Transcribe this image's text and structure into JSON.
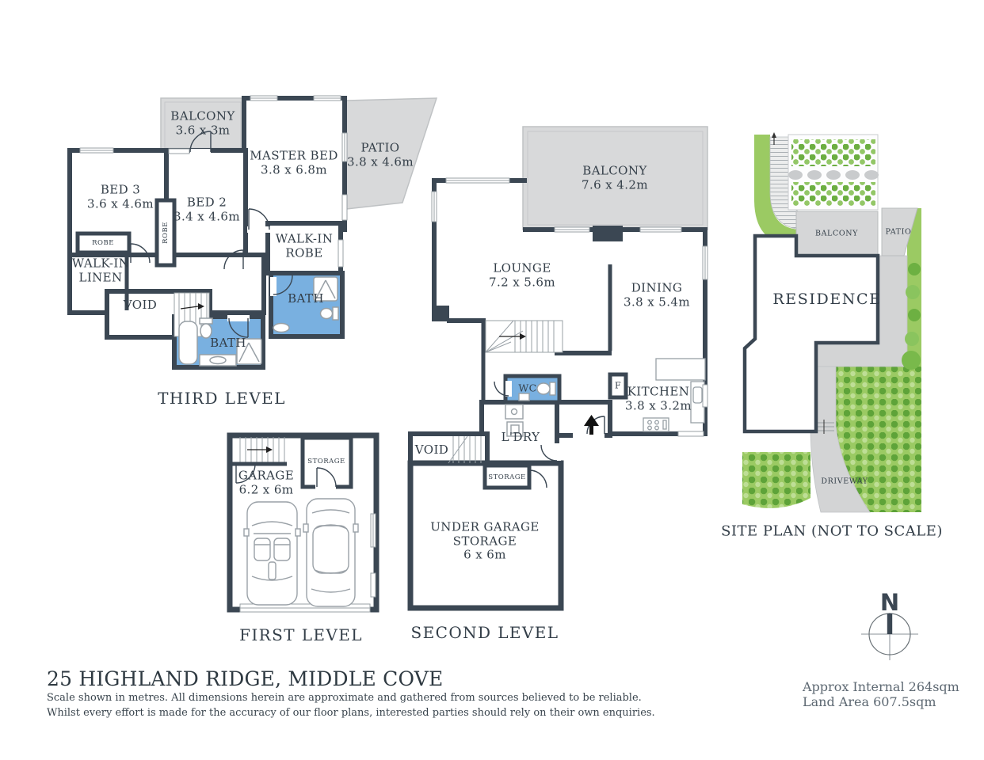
{
  "page": {
    "title": "25 HIGHLAND RIDGE, MIDDLE COVE",
    "disclaimer_line1": "Scale shown in metres. All dimensions herein are approximate and gathered from sources believed to be  reliable.",
    "disclaimer_line2": "Whilst every effort is made for the accuracy of our floor plans, interested parties should rely on their own enquiries.",
    "approx_internal": "Approx Internal 264sqm",
    "land_area": "Land Area 607.5sqm"
  },
  "compass": {
    "north": "N"
  },
  "levels": {
    "third": {
      "title": "THIRD LEVEL",
      "rooms": {
        "balcony": {
          "name": "BALCONY",
          "dim": "3.6 x 3m"
        },
        "master_bed": {
          "name": "MASTER BED",
          "dim": "3.8 x 6.8m"
        },
        "patio": {
          "name": "PATIO",
          "dim": "3.8 x 4.6m"
        },
        "bed3": {
          "name": "BED 3",
          "dim": "3.6 x 4.6m"
        },
        "bed2": {
          "name": "BED 2",
          "dim": "3.4 x 4.6m"
        },
        "walk_in_robe": {
          "name": "WALK-IN ROBE"
        },
        "walk_in_linen": {
          "name": "WALK-IN LINEN"
        },
        "void": {
          "name": "VOID"
        },
        "bath_upper": {
          "name": "BATH"
        },
        "bath_lower": {
          "name": "BATH"
        },
        "robe_bed3": {
          "name": "ROBE"
        },
        "robe_bed2": {
          "name": "ROBE"
        }
      }
    },
    "second": {
      "title": "SECOND LEVEL",
      "rooms": {
        "balcony": {
          "name": "BALCONY",
          "dim": "7.6 x 4.2m"
        },
        "lounge": {
          "name": "LOUNGE",
          "dim": "7.2 x 5.6m"
        },
        "dining": {
          "name": "DINING",
          "dim": "3.8 x 5.4m"
        },
        "kitchen": {
          "name": "KITCHEN",
          "dim": "3.8 x 3.2m"
        },
        "fridge": {
          "name": "F"
        },
        "wc": {
          "name": "WC"
        },
        "laundry": {
          "name": "L'DRY"
        },
        "void": {
          "name": "VOID"
        },
        "storage": {
          "name": "STORAGE"
        },
        "under_garage_storage": {
          "name": "UNDER GARAGE STORAGE",
          "dim": "6 x 6m"
        }
      }
    },
    "first": {
      "title": "FIRST LEVEL",
      "rooms": {
        "garage": {
          "name": "GARAGE",
          "dim": "6.2 x 6m"
        },
        "storage": {
          "name": "STORAGE"
        }
      }
    }
  },
  "site_plan": {
    "title": "SITE PLAN (NOT TO SCALE)",
    "labels": {
      "balcony": "BALCONY",
      "patio": "PATIO",
      "residence": "RESIDENCE",
      "driveway": "DRIVEWAY"
    }
  },
  "colors": {
    "wall": "#3b4753",
    "wet_area_blue": "#79b0e0",
    "outdoor_gray": "#d8d9da",
    "site_green": "#9bca63",
    "driveway_gray": "#d3d4d5",
    "text": "#333e48"
  }
}
